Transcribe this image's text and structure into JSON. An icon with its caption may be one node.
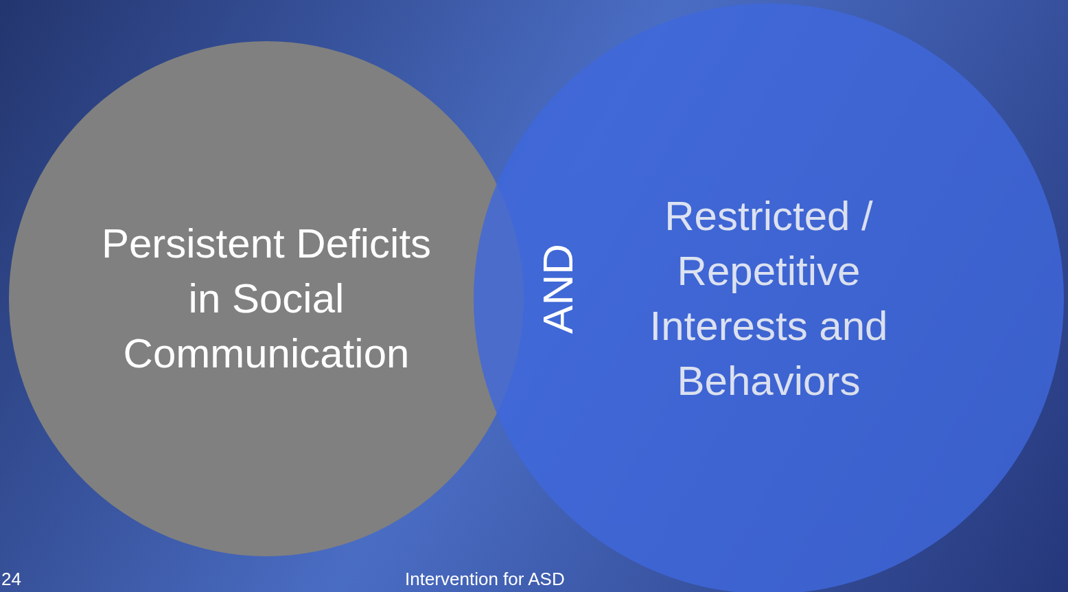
{
  "diagram": {
    "nodes": [
      {
        "text": [
          "Persistent Deficits in Social Communication"
        ]
      },
      {
        "text": [
          "Restricted / Repetitive Interests and Behaviors"
        ]
      }
    ],
    "labels": [
      "AND",
      "24",
      "Intervention for ASD"
    ]
  }
}
